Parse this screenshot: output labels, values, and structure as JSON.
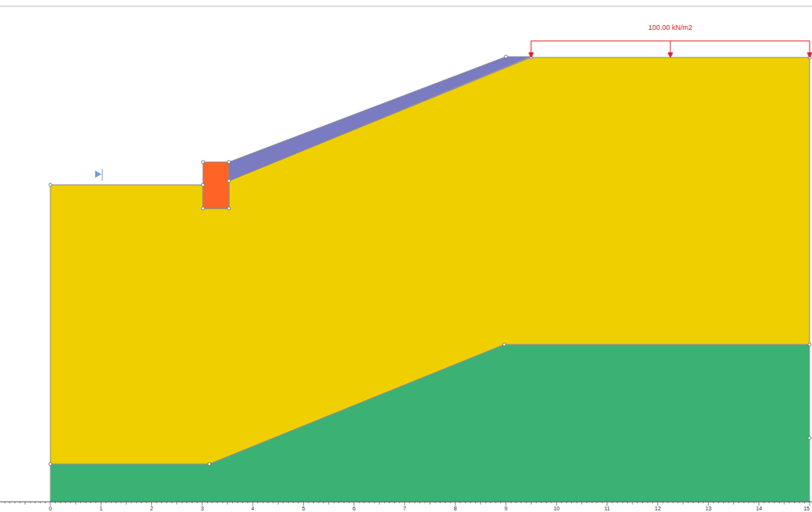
{
  "diagram": {
    "labels": [
      "100.00 kN/m2",
      "0",
      "1",
      "2",
      "3",
      "4",
      "5",
      "6",
      "7",
      "8",
      "9",
      "10",
      "11",
      "12",
      "13",
      "14",
      "15"
    ]
  }
}
